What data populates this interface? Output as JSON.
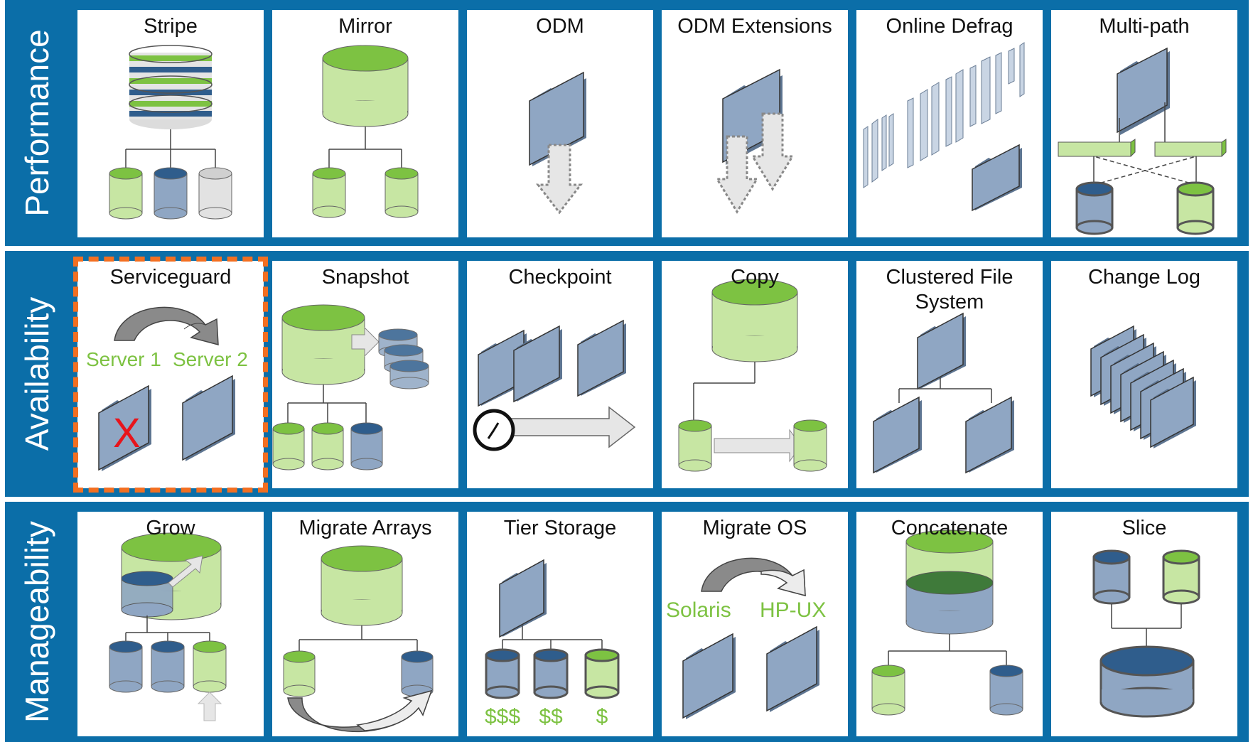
{
  "colors": {
    "row_band": "#0b6ea8",
    "green": "#7dc242",
    "blue": "#8fa6c3",
    "highlight": "#f36f21"
  },
  "rows": [
    {
      "label": "Performance",
      "tiles": [
        {
          "title": "Stripe",
          "icon": "stripe-diagram"
        },
        {
          "title": "Mirror",
          "icon": "mirror-diagram"
        },
        {
          "title": "ODM",
          "icon": "odm-diagram"
        },
        {
          "title": "ODM Extensions",
          "icon": "odm-extensions-diagram"
        },
        {
          "title": "Online Defrag",
          "icon": "online-defrag-diagram"
        },
        {
          "title": "Multi-path",
          "icon": "multi-path-diagram"
        }
      ]
    },
    {
      "label": "Availability",
      "tiles": [
        {
          "title": "Serviceguard",
          "icon": "serviceguard-diagram"
        },
        {
          "title": "Snapshot",
          "icon": "snapshot-diagram"
        },
        {
          "title": "Checkpoint",
          "icon": "checkpoint-diagram"
        },
        {
          "title": "Copy",
          "icon": "copy-diagram"
        },
        {
          "title": "Clustered File System",
          "icon": "clustered-file-system-diagram"
        },
        {
          "title": "Change Log",
          "icon": "change-log-diagram"
        }
      ]
    },
    {
      "label": "Manageability",
      "tiles": [
        {
          "title": "Grow",
          "icon": "grow-diagram"
        },
        {
          "title": "Migrate Arrays",
          "icon": "migrate-arrays-diagram"
        },
        {
          "title": "Tier Storage",
          "icon": "tier-storage-diagram"
        },
        {
          "title": "Migrate OS",
          "icon": "migrate-os-diagram"
        },
        {
          "title": "Concatenate",
          "icon": "concatenate-diagram"
        },
        {
          "title": "Slice",
          "icon": "slice-diagram"
        }
      ]
    }
  ],
  "serviceguard": {
    "server1": "Server 1",
    "server2": "Server 2",
    "failed_mark": "X"
  },
  "migrate_os": {
    "from": "Solaris",
    "to": "HP-UX"
  },
  "tier_costs": [
    "$$$",
    "$$",
    "$"
  ]
}
